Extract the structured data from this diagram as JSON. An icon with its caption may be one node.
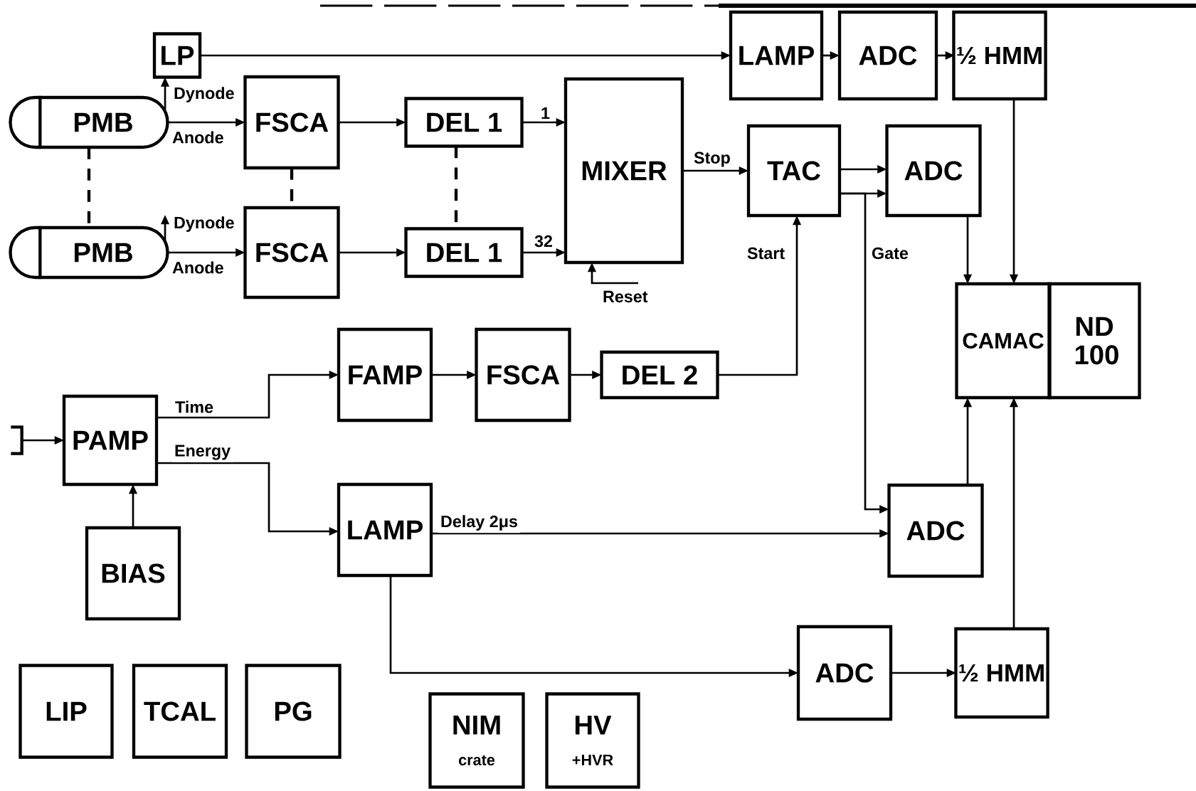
{
  "diagram": {
    "nodes": [
      {
        "text": [
          "LP"
        ]
      },
      {
        "text": [
          "PMB"
        ]
      },
      {
        "text": [
          "FSCA"
        ]
      },
      {
        "text": [
          "DEL 1"
        ]
      },
      {
        "text": [
          "MIXER"
        ]
      },
      {
        "text": [
          "LAMP"
        ]
      },
      {
        "text": [
          "ADC"
        ]
      },
      {
        "text": [
          "½ HMM"
        ]
      },
      {
        "text": [
          "PMB"
        ]
      },
      {
        "text": [
          "FSCA"
        ]
      },
      {
        "text": [
          "DEL 1"
        ]
      },
      {
        "text": [
          "TAC"
        ]
      },
      {
        "text": [
          "ADC"
        ]
      },
      {
        "text": [
          "CAMAC"
        ]
      },
      {
        "text": [
          "ND 100"
        ]
      },
      {
        "text": [
          "FAMP"
        ]
      },
      {
        "text": [
          "FSCA"
        ]
      },
      {
        "text": [
          "DEL 2"
        ]
      },
      {
        "text": [
          "PAMP"
        ]
      },
      {
        "text": [
          "BIAS"
        ]
      },
      {
        "text": [
          "LAMP"
        ]
      },
      {
        "text": [
          "ADC"
        ]
      },
      {
        "text": [
          "ADC"
        ]
      },
      {
        "text": [
          "½ HMM"
        ]
      },
      {
        "text": [
          "LIP"
        ]
      },
      {
        "text": [
          "TCAL"
        ]
      },
      {
        "text": [
          "PG"
        ]
      },
      {
        "text": [
          "NIM",
          "crate"
        ]
      },
      {
        "text": [
          "HV",
          "+HVR"
        ]
      },
      {
        "text": [],
        "shape": "bracket"
      }
    ],
    "edges": [
      {
        "from": 1,
        "to": 0,
        "arrow": "to",
        "label": "Dynode"
      },
      {
        "from": 1,
        "to": 2,
        "arrow": "to",
        "label": "Anode"
      },
      {
        "from": 2,
        "to": 3,
        "arrow": "to"
      },
      {
        "from": 3,
        "to": 4,
        "arrow": "to",
        "label": "1"
      },
      {
        "from": 0,
        "to": 5,
        "arrow": "to"
      },
      {
        "from": 5,
        "to": 6,
        "arrow": "to"
      },
      {
        "from": 6,
        "to": 7,
        "arrow": "to"
      },
      {
        "from": 8,
        "to": null,
        "arrow": "to",
        "label": "Dynode"
      },
      {
        "from": 8,
        "to": 9,
        "arrow": "to",
        "label": "Anode"
      },
      {
        "from": 9,
        "to": 10,
        "arrow": "to"
      },
      {
        "from": 10,
        "to": 4,
        "arrow": "to",
        "label": "32"
      },
      {
        "from": null,
        "to": 4,
        "arrow": "to",
        "label": "Reset"
      },
      {
        "from": 4,
        "to": 11,
        "arrow": "to",
        "label": "Stop"
      },
      {
        "from": 11,
        "to": 12,
        "arrow": "to"
      },
      {
        "from": 11,
        "to": 12,
        "arrow": "to"
      },
      {
        "from": 11,
        "to": 21,
        "arrow": "to",
        "label": "Gate"
      },
      {
        "from": 17,
        "to": 11,
        "arrow": "to",
        "label": "Start"
      },
      {
        "from": 12,
        "to": 13,
        "arrow": "to"
      },
      {
        "from": 7,
        "to": 13,
        "arrow": "to"
      },
      {
        "from": 15,
        "to": 16,
        "arrow": "to"
      },
      {
        "from": 16,
        "to": 17,
        "arrow": "to"
      },
      {
        "from": 18,
        "to": 15,
        "arrow": "to",
        "label": "Time"
      },
      {
        "from": 18,
        "to": 20,
        "arrow": "to",
        "label": "Energy"
      },
      {
        "from": 29,
        "to": 18,
        "arrow": "to"
      },
      {
        "from": 19,
        "to": 18,
        "arrow": "to"
      },
      {
        "from": 20,
        "to": 21,
        "arrow": "to",
        "label": "Delay 2μs"
      },
      {
        "from": 20,
        "to": 22,
        "arrow": "to"
      },
      {
        "from": 21,
        "to": 13,
        "arrow": "to"
      },
      {
        "from": 22,
        "to": 23,
        "arrow": "to"
      },
      {
        "from": 23,
        "to": 13,
        "arrow": "to"
      },
      {
        "from": 1,
        "to": 8,
        "arrow": "none",
        "style": "dashed"
      },
      {
        "from": 2,
        "to": 9,
        "arrow": "none",
        "style": "dashed"
      },
      {
        "from": 3,
        "to": 10,
        "arrow": "none",
        "style": "dashed"
      }
    ]
  }
}
